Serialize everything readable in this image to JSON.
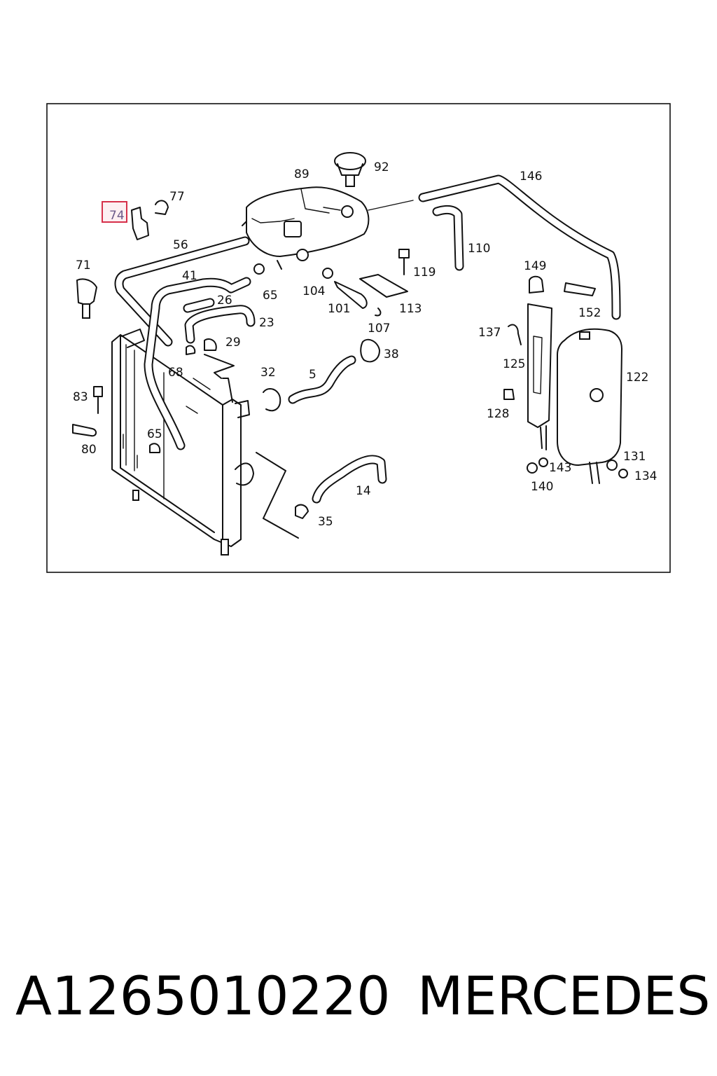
{
  "highlighted_callout": "74",
  "callouts": [
    {
      "id": "c92",
      "text": "92"
    },
    {
      "id": "c89",
      "text": "89"
    },
    {
      "id": "c146",
      "text": "146"
    },
    {
      "id": "c77",
      "text": "77"
    },
    {
      "id": "c74",
      "text": "74"
    },
    {
      "id": "c56",
      "text": "56"
    },
    {
      "id": "c71",
      "text": "71"
    },
    {
      "id": "c41",
      "text": "41"
    },
    {
      "id": "c110",
      "text": "110"
    },
    {
      "id": "c119",
      "text": "119"
    },
    {
      "id": "c149",
      "text": "149"
    },
    {
      "id": "c104",
      "text": "104"
    },
    {
      "id": "c65a",
      "text": "65"
    },
    {
      "id": "c26",
      "text": "26"
    },
    {
      "id": "c101",
      "text": "101"
    },
    {
      "id": "c113",
      "text": "113"
    },
    {
      "id": "c152",
      "text": "152"
    },
    {
      "id": "c23",
      "text": "23"
    },
    {
      "id": "c107",
      "text": "107"
    },
    {
      "id": "c137",
      "text": "137"
    },
    {
      "id": "c29",
      "text": "29"
    },
    {
      "id": "c38",
      "text": "38"
    },
    {
      "id": "c125",
      "text": "125"
    },
    {
      "id": "c68",
      "text": "68"
    },
    {
      "id": "c32",
      "text": "32"
    },
    {
      "id": "c5",
      "text": "5"
    },
    {
      "id": "c122",
      "text": "122"
    },
    {
      "id": "c83",
      "text": "83"
    },
    {
      "id": "c128",
      "text": "128"
    },
    {
      "id": "c65b",
      "text": "65"
    },
    {
      "id": "c80",
      "text": "80"
    },
    {
      "id": "c131",
      "text": "131"
    },
    {
      "id": "c143",
      "text": "143"
    },
    {
      "id": "c134",
      "text": "134"
    },
    {
      "id": "c140",
      "text": "140"
    },
    {
      "id": "c14",
      "text": "14"
    },
    {
      "id": "c35",
      "text": "35"
    }
  ],
  "footer": {
    "part_number": "A1265010220",
    "brand": "MERCEDES"
  }
}
